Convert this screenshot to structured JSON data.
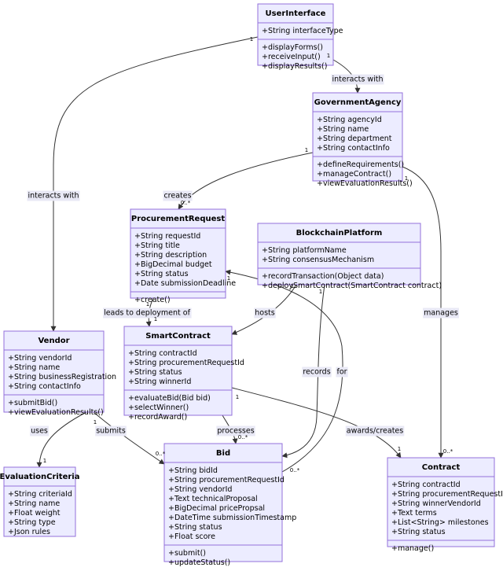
{
  "classes": [
    {
      "id": "ui",
      "name": "UserInterface",
      "attributes": [
        "+String interfaceType"
      ],
      "methods": [
        "+displayForms()",
        "+receiveInput()",
        "+displayResults()"
      ]
    },
    {
      "id": "ga",
      "name": "GovernmentAgency",
      "attributes": [
        "+String agencyId",
        "+String name",
        "+String department",
        "+String contactInfo"
      ],
      "methods": [
        "+defineRequirements()",
        "+manageContract()",
        "+viewEvaluationResults()"
      ]
    },
    {
      "id": "pr",
      "name": "ProcurementRequest",
      "attributes": [
        "+String requestId",
        "+String title",
        "+String description",
        "+BigDecimal budget",
        "+String status",
        "+Date submissionDeadline"
      ],
      "methods": [
        "+create()"
      ]
    },
    {
      "id": "bp",
      "name": "BlockchainPlatform",
      "attributes": [
        "+String platformName",
        "+String consensusMechanism"
      ],
      "methods": [
        "+recordTransaction(Object data)",
        "+deploySmartContract(SmartContract contract)"
      ]
    },
    {
      "id": "vendor",
      "name": "Vendor",
      "attributes": [
        "+String vendorId",
        "+String name",
        "+String businessRegistration",
        "+String contactInfo"
      ],
      "methods": [
        "+submitBid()",
        "+viewEvaluationResults()"
      ]
    },
    {
      "id": "sc",
      "name": "SmartContract",
      "attributes": [
        "+String contractId",
        "+String procurementRequestId",
        "+String status",
        "+String winnerId"
      ],
      "methods": [
        "+evaluateBid(Bid bid)",
        "+selectWinner()",
        "+recordAward()"
      ]
    },
    {
      "id": "bid",
      "name": "Bid",
      "attributes": [
        "+String bidId",
        "+String procurementRequestId",
        "+String vendorId",
        "+Text technicalProposal",
        "+BigDecimal pricePropsal",
        "+DateTime submissionTimestamp",
        "+String status",
        "+Float score"
      ],
      "methods": [
        "+submit()",
        "+updateStatus()"
      ]
    },
    {
      "id": "contract",
      "name": "Contract",
      "attributes": [
        "+String contractId",
        "+String procurementRequestId",
        "+String winnerVendorId",
        "+Text terms",
        "+List<String> milestones",
        "+String status"
      ],
      "methods": [
        "+manage()"
      ]
    },
    {
      "id": "ec",
      "name": "EvaluationCriteria",
      "attributes": [
        "+String criteriaId",
        "+String name",
        "+Float weight",
        "+String type",
        "+Json rules"
      ],
      "methods": []
    }
  ],
  "relations": [
    {
      "id": "ui-ga",
      "label": "interacts with",
      "from_mult": "1",
      "to_mult": ""
    },
    {
      "id": "ui-vendor",
      "label": "interacts with",
      "from_mult": "1",
      "to_mult": ""
    },
    {
      "id": "ga-pr",
      "label": "creates",
      "from_mult": "1",
      "to_mult": "0..*"
    },
    {
      "id": "ga-contract",
      "label": "manages",
      "from_mult": "1",
      "to_mult": "0..*"
    },
    {
      "id": "pr-sc",
      "label": "leads to deployment of",
      "from_mult": "1",
      "to_mult": "1"
    },
    {
      "id": "bp-sc",
      "label": "hosts",
      "from_mult": "1",
      "to_mult": ""
    },
    {
      "id": "bp-bid",
      "label": "records",
      "from_mult": "1",
      "to_mult": ""
    },
    {
      "id": "bid-pr",
      "label": "for",
      "from_mult": "0..*",
      "to_mult": "1"
    },
    {
      "id": "vendor-ec",
      "label": "uses",
      "from_mult": "",
      "to_mult": "1"
    },
    {
      "id": "vendor-bid",
      "label": "submits",
      "from_mult": "1",
      "to_mult": "0..*"
    },
    {
      "id": "sc-bid",
      "label": "processes",
      "from_mult": "",
      "to_mult": "0..*"
    },
    {
      "id": "sc-contract",
      "label": "awards/creates",
      "from_mult": "1",
      "to_mult": "1"
    }
  ]
}
